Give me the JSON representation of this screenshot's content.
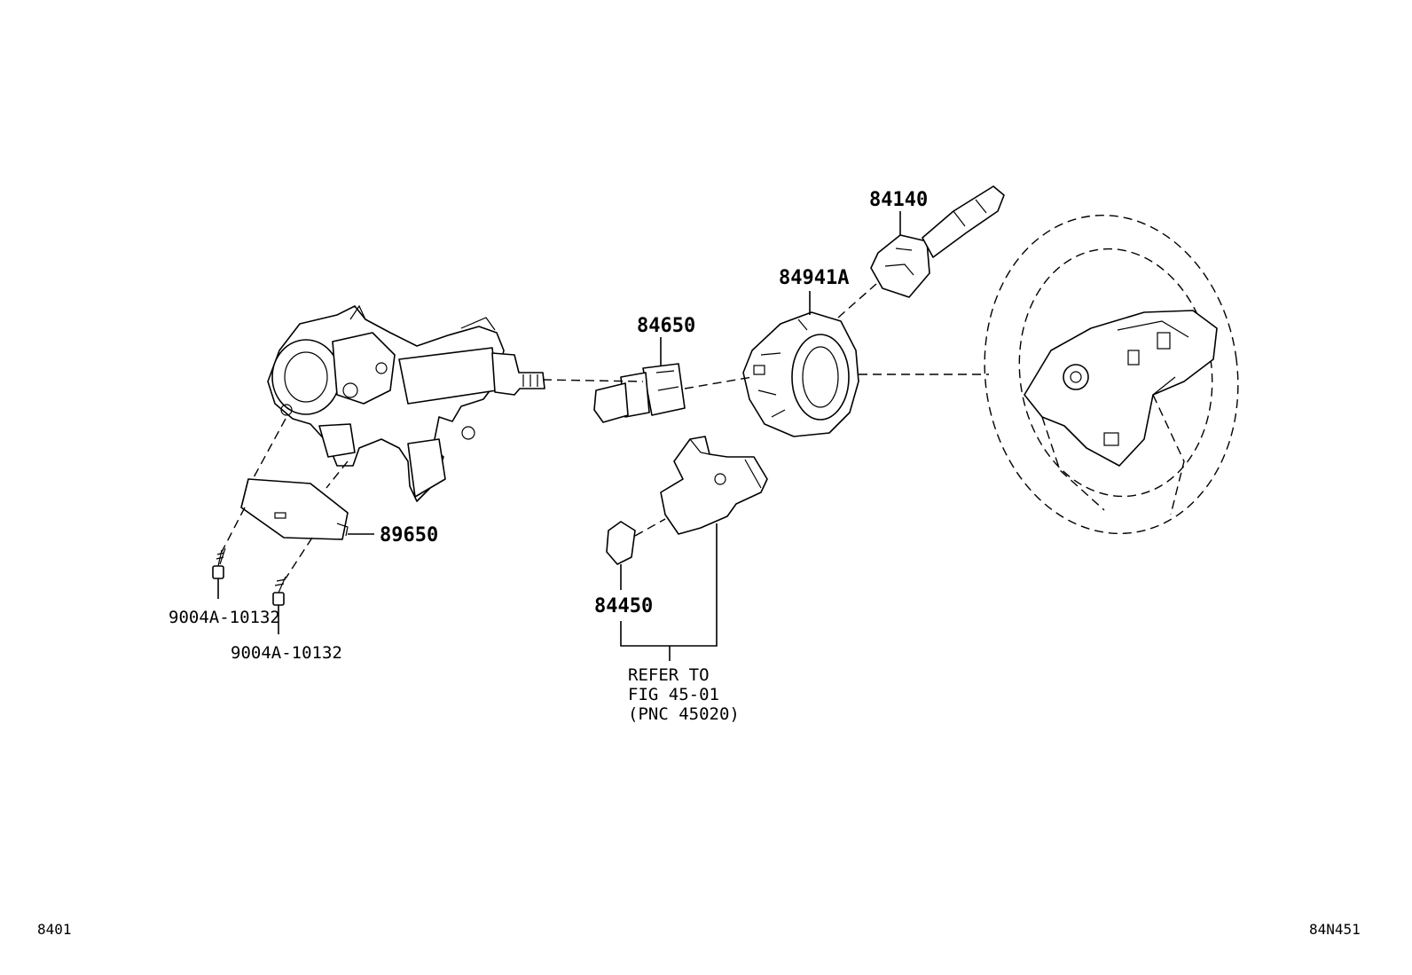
{
  "callouts": {
    "p84140": "84140",
    "p84941A": "84941A",
    "p84650": "84650",
    "p89650": "89650",
    "p84450": "84450",
    "bolt1": "9004A-10132",
    "bolt2": "9004A-10132",
    "refer_line1": "REFER TO",
    "refer_line2": "FIG 45-01",
    "refer_line3": "(PNC 45020)"
  },
  "footer": {
    "left_code": "8401",
    "right_code": "84N451"
  }
}
